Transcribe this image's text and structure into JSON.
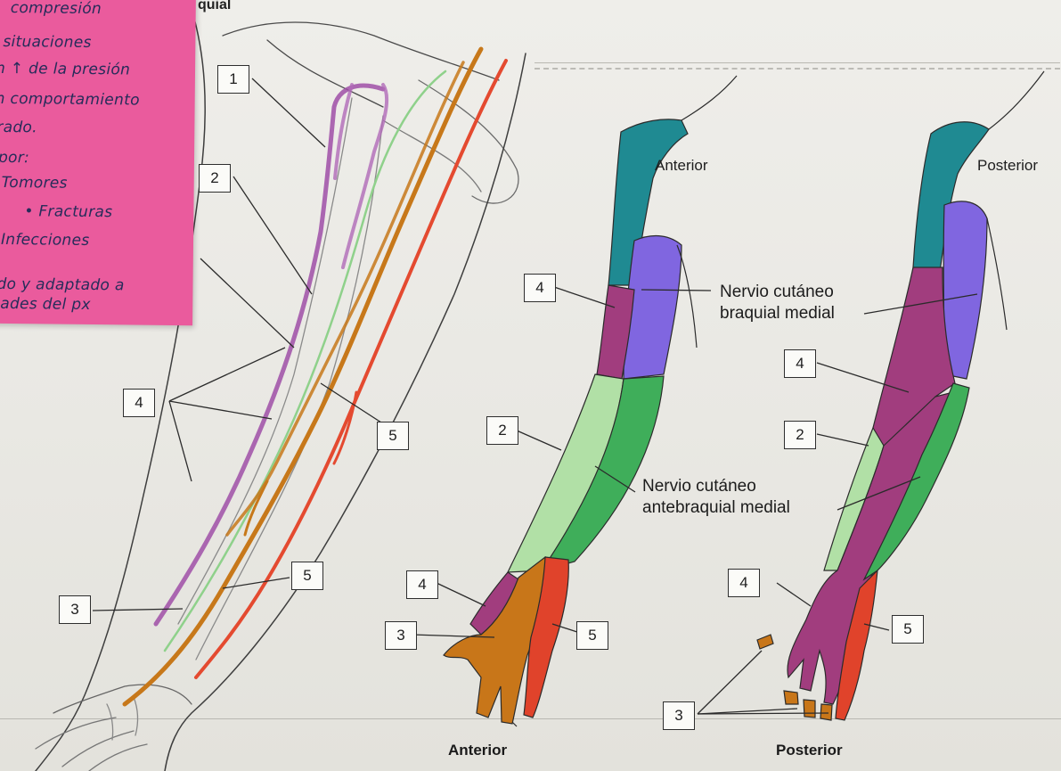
{
  "figure": {
    "header_fragment": "quial",
    "view_labels": {
      "anterior": "Anterior",
      "posterior": "Posterior"
    },
    "captions": {
      "anterior": "Anterior",
      "posterior": "Posterior"
    },
    "callouts": {
      "braquial": [
        "Nervio cutáneo",
        "braquial medial"
      ],
      "antebraquial": [
        "Nervio cutáneo",
        "antebraquial medial"
      ]
    },
    "labels": {
      "box_1": "1",
      "box_2_left": "2",
      "box_3_left": "3",
      "box_4_left": "4",
      "box_5_upper": "5",
      "box_5_lower": "5",
      "box_4_ant_upper": "4",
      "box_2_ant": "2",
      "box_4_ant_hand": "4",
      "box_3_ant_hand": "3",
      "box_5_ant_hand": "5",
      "box_4_post_upper": "4",
      "box_2_post": "2",
      "box_4_post_hand": "4",
      "box_5_post_hand": "5",
      "box_3_post": "3"
    }
  },
  "sticky_note": {
    "lines": [
      "compresión",
      "situaciones",
      "n ↑ de la presión",
      "n comportamiento",
      "rado.",
      "por:",
      "Tomores",
      "• Fracturas",
      "Infecciones",
      "do y adaptado a",
      "ades del px"
    ]
  },
  "colors": {
    "sticky": "#ea5b9d",
    "ink": "#262c5a",
    "teal": "#1f8a92",
    "purple": "#7a5fdc",
    "magenta": "#9a3d7c",
    "light_green": "#a8dca0",
    "green": "#3fae5a",
    "orange": "#c87619",
    "red": "#e0432b"
  }
}
